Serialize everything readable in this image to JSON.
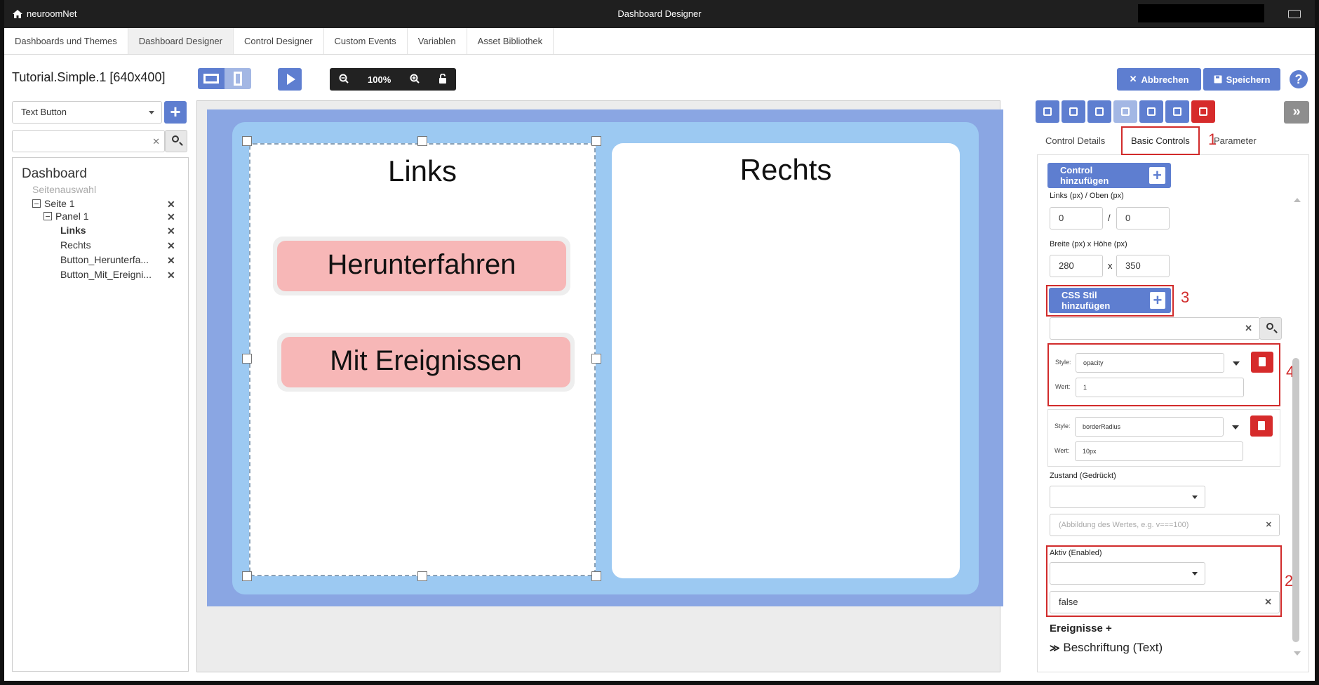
{
  "app": {
    "brand": "neuroomNet",
    "window_title": "Dashboard Designer"
  },
  "nav": [
    "Dashboards und Themes",
    "Dashboard Designer",
    "Control Designer",
    "Custom Events",
    "Variablen",
    "Asset Bibliothek"
  ],
  "nav_active": 1,
  "toolbar": {
    "doc_title": "Tutorial.Simple.1 [640x400]",
    "zoom": "100%",
    "cancel_label": "Abbrechen",
    "save_label": "Speichern",
    "help_label": "?"
  },
  "left": {
    "control_type": "Text Button",
    "search_placeholder": "",
    "tree": {
      "root": "Dashboard",
      "subtitle": "Seitenauswahl",
      "nodes": [
        {
          "label": "Seite 1",
          "level": 1,
          "expandable": true
        },
        {
          "label": "Panel 1",
          "level": 2,
          "expandable": true
        },
        {
          "label": "Links",
          "level": 3,
          "bold": true
        },
        {
          "label": "Rechts",
          "level": 3
        },
        {
          "label": "Button_Herunterfa...",
          "level": 3
        },
        {
          "label": "Button_Mit_Ereigni...",
          "level": 3
        }
      ]
    }
  },
  "canvas": {
    "left_title": "Links",
    "right_title": "Rechts",
    "button1": "Herunterfahren",
    "button2": "Mit Ereignissen"
  },
  "right": {
    "tabs": [
      "Control Details",
      "Basic Controls",
      "Parameter"
    ],
    "active_tab": 1,
    "markers": [
      "1",
      "2",
      "3",
      "4"
    ],
    "add_control_label": "Control hinzufügen",
    "pos_label": "Links (px) / Oben (px)",
    "pos_left": "0",
    "pos_sep": "/",
    "pos_top": "0",
    "size_label": "Breite (px) x Höhe (px)",
    "size_w": "280",
    "size_sep": "x",
    "size_h": "350",
    "add_css_label": "CSS Stil hinzufügen",
    "styles": [
      {
        "style_label": "Style:",
        "style": "opacity",
        "value_label": "Wert:",
        "value": "1"
      },
      {
        "style_label": "Style:",
        "style": "borderRadius",
        "value_label": "Wert:",
        "value": "10px"
      }
    ],
    "state_label": "Zustand (Gedrückt)",
    "state_placeholder": "(Abbildung des Wertes, e.g. v===100)",
    "enabled_label": "Aktiv (Enabled)",
    "enabled_value": "false",
    "events_label": "Ereignisse +",
    "caption_label": "Beschriftung (Text)"
  },
  "colors": {
    "accent": "#5e7ed0",
    "danger": "#d62b2b",
    "highlight": "#d12b2b",
    "dashboard_bg": "#8aa6e3",
    "panel_bg": "#9cc9f2",
    "button_pink": "#f7b7b7"
  }
}
